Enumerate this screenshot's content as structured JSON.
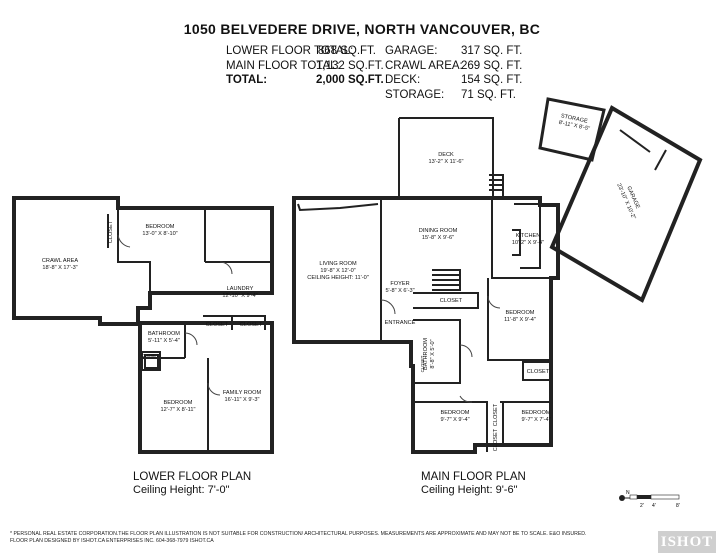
{
  "header": {
    "address": "1050 BELVEDERE DRIVE, NORTH VANCOUVER, BC",
    "left_stats": [
      {
        "label": "LOWER FLOOR TOTAL:",
        "value": "868 SQ.FT."
      },
      {
        "label": "MAIN FLOOR TOTAL:",
        "value": "1,132 SQ.FT."
      },
      {
        "label": "TOTAL:",
        "value": "2,000 SQ.FT."
      }
    ],
    "right_stats": [
      {
        "label": "GARAGE:",
        "value": "317 SQ. FT."
      },
      {
        "label": "CRAWL AREA:",
        "value": "269 SQ. FT."
      },
      {
        "label": "DECK:",
        "value": "154 SQ. FT."
      },
      {
        "label": "STORAGE:",
        "value": "71 SQ. FT."
      }
    ]
  },
  "lower_floor": {
    "title": "LOWER FLOOR PLAN",
    "ceiling": "Ceiling Height: 7'-0\"",
    "rooms": {
      "crawl_name": "CRAWL AREA",
      "crawl_dim": "18'-8\" X 17'-3\"",
      "bed1_name": "BEDROOM",
      "bed1_dim": "13'-0\" X 8'-10\"",
      "laundry_name": "LAUNDRY",
      "laundry_dim": "12'-10\" X 9'-4\"",
      "bath_name": "BATHROOM",
      "bath_dim": "5'-11\" X 5'-4\"",
      "bed2_name": "BEDROOM",
      "bed2_dim": "12'-7\" X 8'-11\"",
      "family_name": "FAMILY ROOM",
      "family_dim": "16'-11\" X 9'-3\"",
      "closet1": "CLOSET",
      "closet2": "CLOSET",
      "closet3": "CLOSET",
      "closet4": "CLOSET"
    }
  },
  "main_floor": {
    "title": "MAIN FLOOR PLAN",
    "ceiling": "Ceiling Height: 9'-6\"",
    "rooms": {
      "deck_name": "DECK",
      "deck_dim": "13'-2\" X 11'-6\"",
      "dining_name": "DINING ROOM",
      "dining_dim": "15'-8\" X 9'-6\"",
      "kitchen_name": "KITCHEN",
      "kitchen_dim": "10'-2\" X 9'-4\"",
      "living_name": "LIVING ROOM",
      "living_dim": "19'-8\" X 12'-0\"",
      "living_ceiling": "CEILING HEIGHT: 11'-0\"",
      "foyer_name": "FOYER",
      "foyer_dim": "5'-8\" X 6'-3\"",
      "entrance": "ENTRANCE",
      "bed1_name": "BEDROOM",
      "bed1_dim": "11'-8\" X 9'-4\"",
      "bath_name": "BATHROOM",
      "bath_dim": "8'-8\" X 5'-0\"",
      "bed2_name": "BEDROOM",
      "bed2_dim": "9'-7\" X 9'-4\"",
      "bed3_name": "BEDROOM",
      "bed3_dim": "9'-7\" X 7'-4\"",
      "closet1": "CLOSET",
      "closet2": "CLOSET",
      "closet3": "CLOSET",
      "closet4": "CLOSET",
      "closet5": "CLOSET",
      "storage_name": "STORAGE",
      "storage_dim": "8'-11\" X 8'-5\"",
      "garage_name": "GARAGE",
      "garage_dim": "23'-10\" X 10'-2\""
    }
  },
  "scale": {
    "n": "N",
    "a": "2'",
    "b": "4'",
    "c": "8'"
  },
  "footer": {
    "line1": "* PERSONAL REAL ESTATE CORPORATION.THE FLOOR PLAN ILLUSTRATION IS NOT SUITABLE FOR CONSTRUCTION/ ARCHITECTURAL PURPOSES. MEASUREMENTS ARE APPROXIMATE AND MAY NOT BE TO SCALE. E&O INSURED.",
    "line2": "FLOOR PLAN DESIGNED BY ISHOT.CA ENTERPRISES INC. 604-368-7979  ISHOT.CA",
    "brand": "ISHOT"
  }
}
